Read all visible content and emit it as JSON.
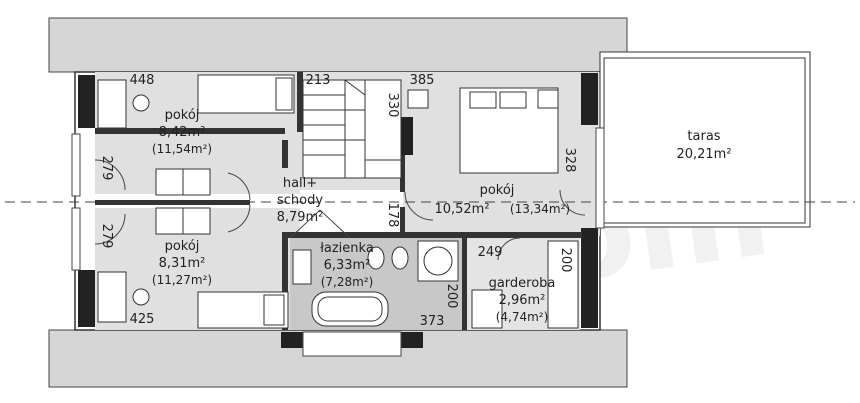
{
  "watermark": "extradom",
  "rooms": {
    "pokoj_top_left": {
      "name": "pokój",
      "area": "8,42m²",
      "area2": "(11,54m²)"
    },
    "pokoj_bottom_left": {
      "name": "pokój",
      "area": "8,31m²",
      "area2": "(11,27m²)"
    },
    "hall": {
      "name": "hall+",
      "name2": "schody",
      "area": "8,79m²"
    },
    "lazienka": {
      "name": "łazienka",
      "area": "6,33m²",
      "area2": "(7,28m²)"
    },
    "pokoj_right": {
      "name": "pokój",
      "area": "10,52m²",
      "area2": "(13,34m²)"
    },
    "garderoba": {
      "name": "garderoba",
      "area": "2,96m²",
      "area2": "(4,74m²)"
    },
    "taras": {
      "name": "taras",
      "area": "20,21m²"
    }
  },
  "dimensions": {
    "d448": "448",
    "d425": "425",
    "d213": "213",
    "d385": "385",
    "d330": "330",
    "d328": "328",
    "d279a": "279",
    "d279b": "279",
    "d178": "178",
    "d249": "249",
    "d200a": "200",
    "d200b": "200",
    "d373": "373"
  }
}
